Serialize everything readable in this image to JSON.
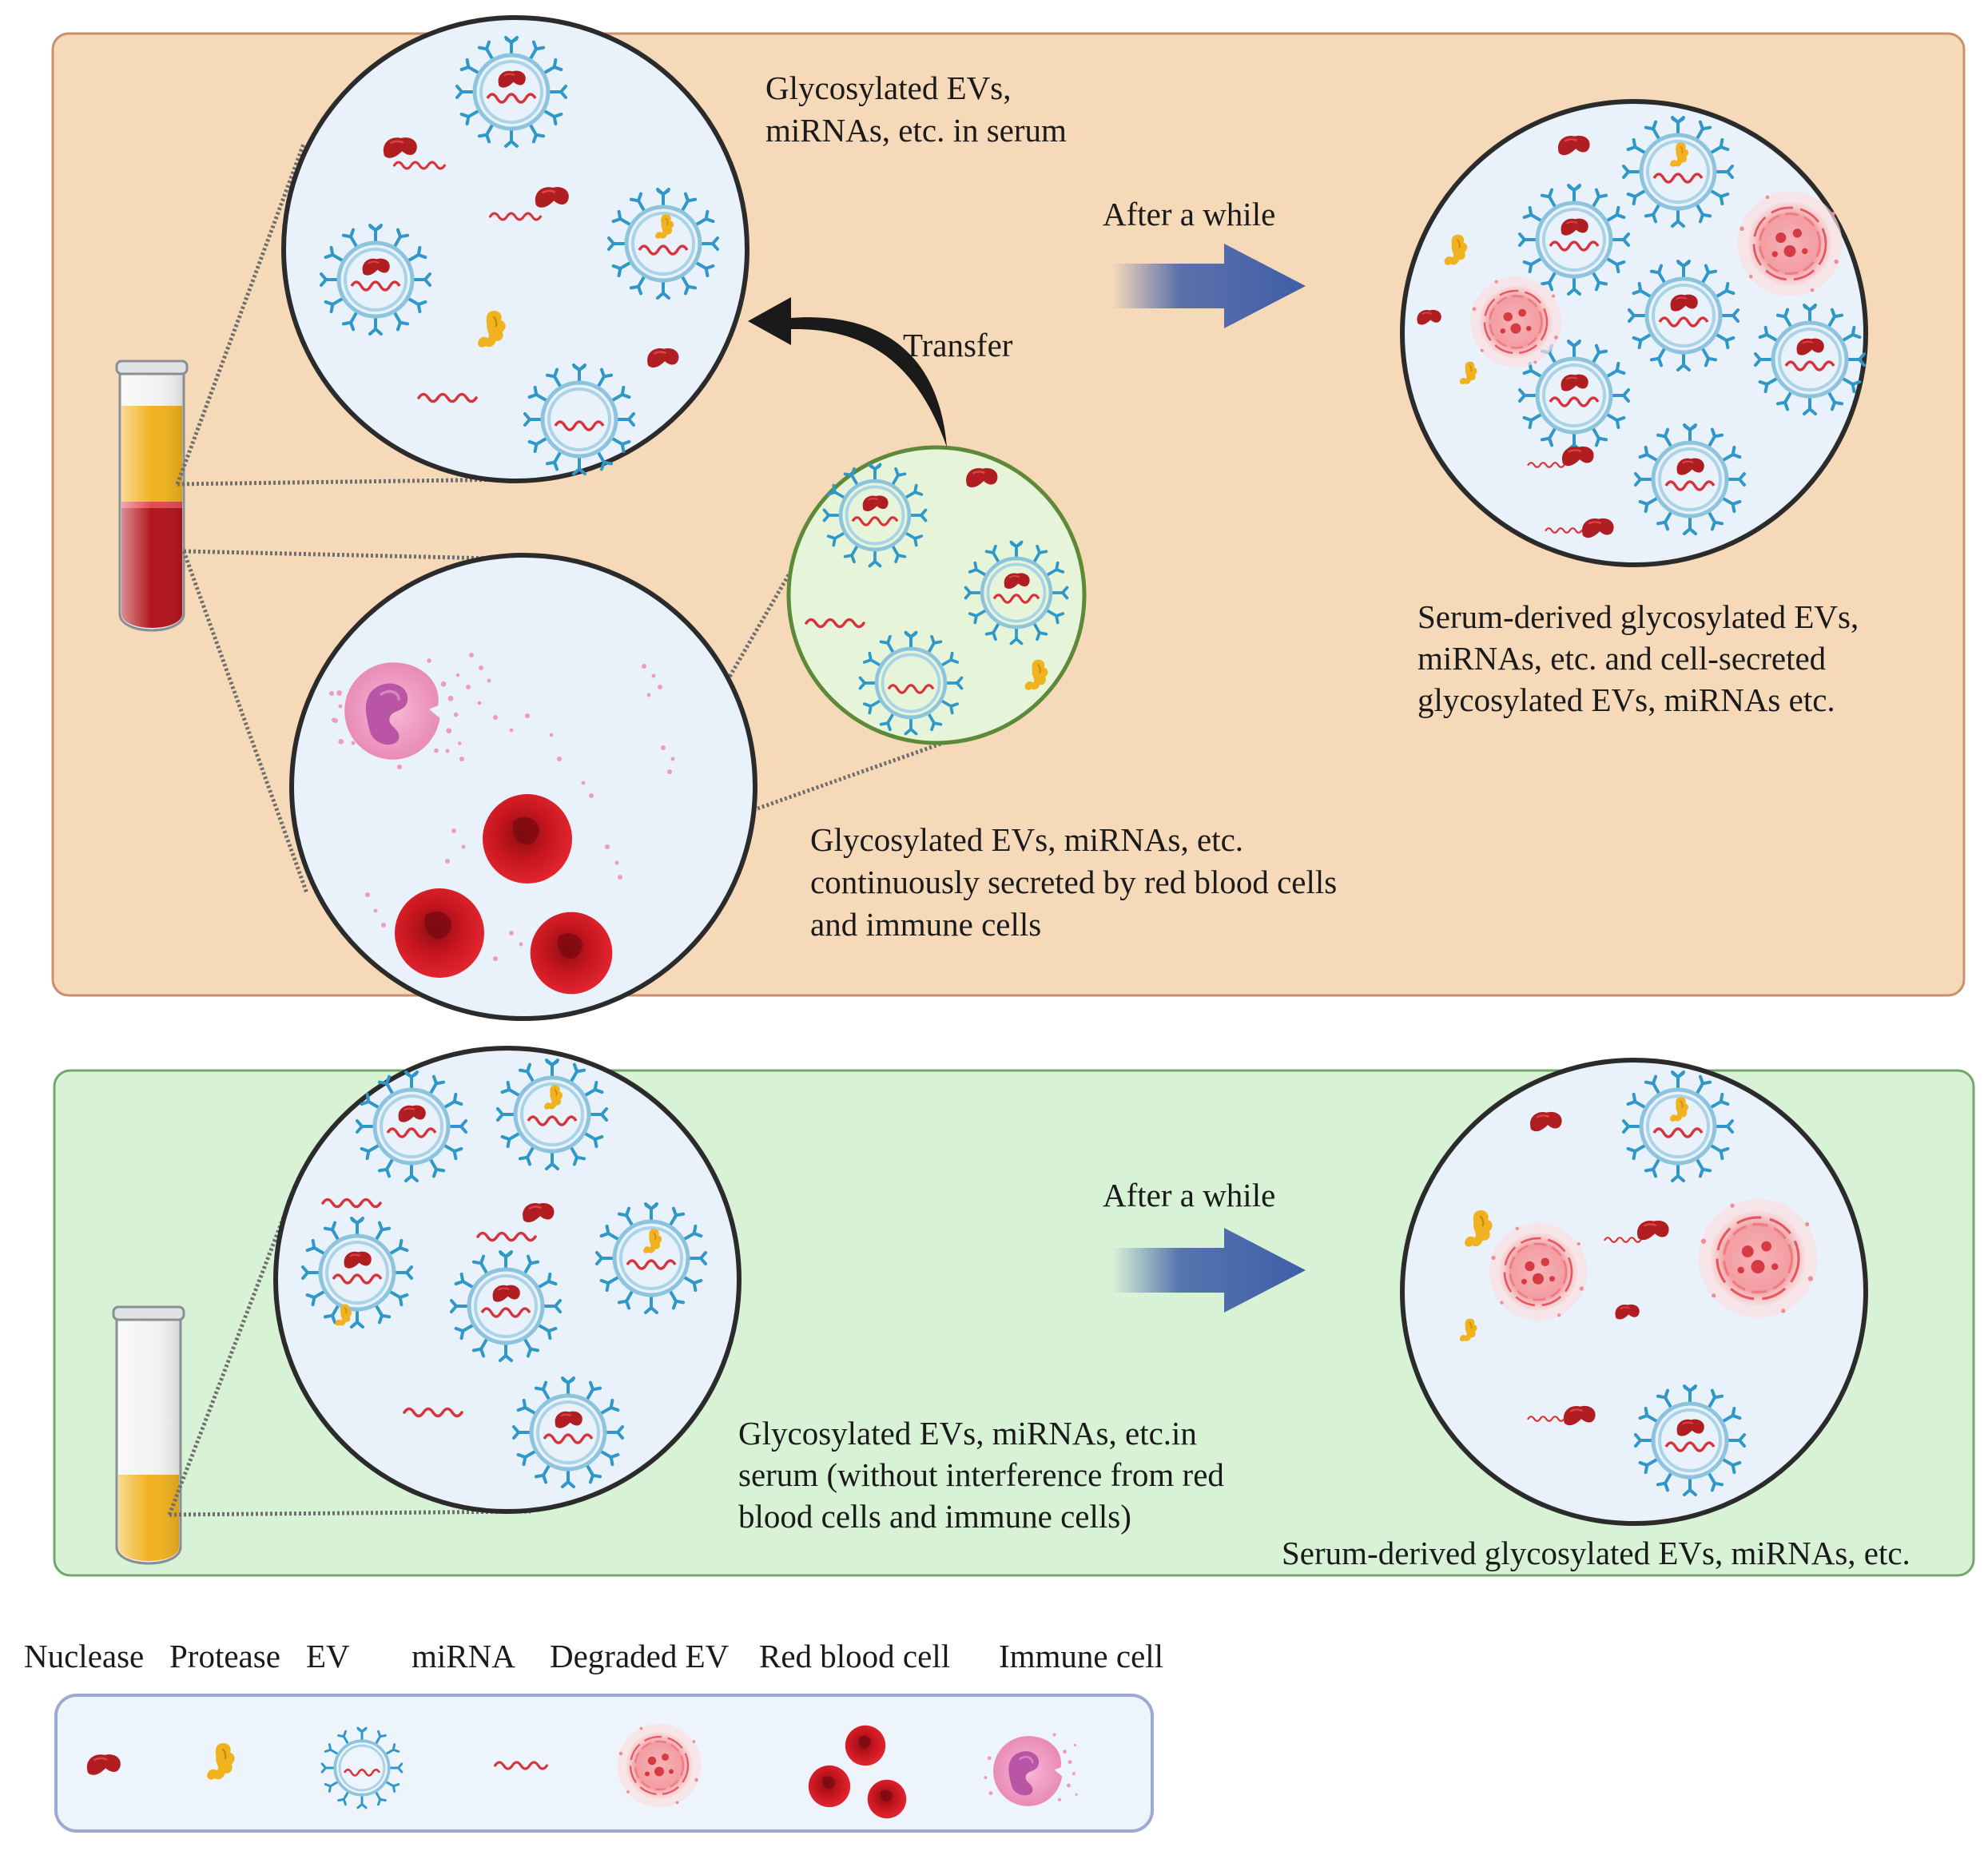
{
  "top_panel": {
    "serum_label": [
      "Glycosylated EVs,",
      "miRNAs, etc. in serum"
    ],
    "arrow_label": "After a while",
    "transfer_label": "Transfer",
    "secreted_label": [
      "Glycosylated EVs, miRNAs, etc.",
      "continuously secreted by red blood cells",
      "and immune cells"
    ],
    "result_label": [
      "Serum-derived glycosylated EVs,",
      "miRNAs, etc. and cell-secreted",
      "glycosylated EVs, miRNAs etc."
    ]
  },
  "bottom_panel": {
    "arrow_label": "After a while",
    "serum_label": [
      "Glycosylated EVs, miRNAs, etc.in",
      "serum (without interference from red",
      "blood cells and immune cells)"
    ],
    "result_label": "Serum-derived glycosylated EVs, miRNAs, etc."
  },
  "legend": {
    "items": [
      "Nuclease",
      "Protease",
      "EV",
      "miRNA",
      "Degraded EV",
      "Red blood cell",
      "Immune cell"
    ]
  },
  "colors": {
    "top_panel_bg": "#f6d9b9",
    "bottom_panel_bg": "#d8f2d6",
    "legend_bg": "#eef4fc",
    "circle_bg": "#e9f1fb",
    "transfer_circle_bg": "#e6f5d9",
    "nuclease": "#b01e22",
    "protease": "#f1b21f",
    "ev_spike": "#2f98c8",
    "mirna": "#d8333a",
    "rbc": "#d41c28",
    "immune": "#ea8fb6",
    "arrow": "#3f5ea8"
  }
}
